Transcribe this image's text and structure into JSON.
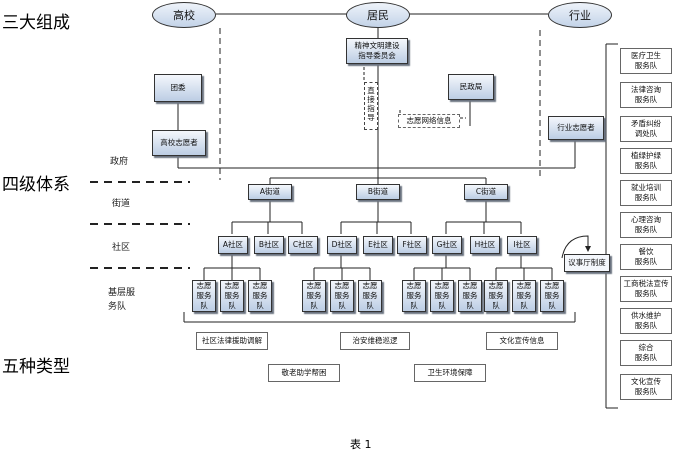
{
  "sections": {
    "three_parts": "三大组成",
    "four_levels": "四级体系",
    "five_types": "五种类型"
  },
  "levels": {
    "government": "政府",
    "street": "街道",
    "community": "社区",
    "grassroots": "基层服\n务队"
  },
  "components": {
    "university": "高校",
    "resident": "居民",
    "industry": "行业"
  },
  "boxes": {
    "youth_league": "团委",
    "university_volunteers": "高校志愿者",
    "spiritual_committee": "精神文明建设\n指导委员会",
    "civil_affairs": "民政局",
    "industry_volunteers": "行业志愿者",
    "direct_guidance": "直\n接\n指\n导",
    "volunteer_info": "志愿网络信息",
    "consultation": "议事厅制度"
  },
  "streets": [
    "A街道",
    "B街道",
    "C街道"
  ],
  "communities": [
    "A社区",
    "B社区",
    "C社区",
    "D社区",
    "E社区",
    "F社区",
    "G社区",
    "H社区",
    "I社区"
  ],
  "service_team_label": "志愿\n服务\n队",
  "five_types": [
    "社区法律援助调解",
    "治安维稳巡逻",
    "文化宣传信息",
    "敬老助学帮困",
    "卫生环境保障"
  ],
  "industry_teams": [
    "医疗卫生\n服务队",
    "法律咨询\n服务队",
    "矛盾纠纷\n调处队",
    "植绿护绿\n服务队",
    "就业培训\n服务队",
    "心理咨询\n服务队",
    "餐饮\n服务队",
    "工商税法宣传\n服务队",
    "供水维护\n服务队",
    "综合\n服务队",
    "文化宣传\n服务队"
  ],
  "caption": "表 1"
}
